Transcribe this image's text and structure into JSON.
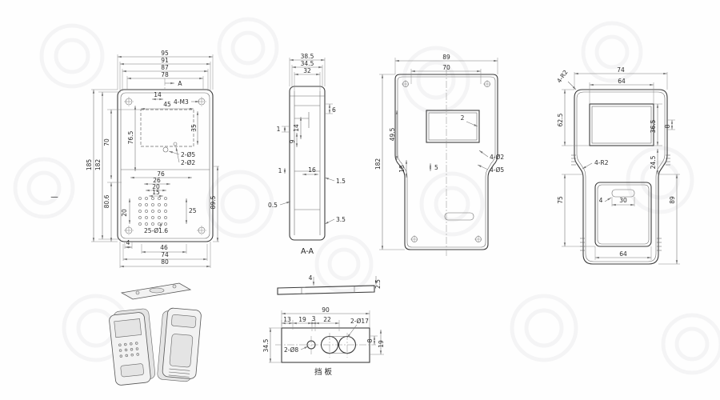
{
  "drawing": {
    "views": {
      "front": {
        "view_label": "—",
        "section_marker": "A",
        "dims": {
          "w95": "95",
          "w91": "91",
          "w87": "87",
          "w78": "78",
          "d14": "14",
          "m3": "4-M3",
          "w45": "45",
          "h35": "35",
          "h76_5": "76.5",
          "h70": "70",
          "h185": "185",
          "h182": "182",
          "h80_6": "80.6",
          "holes5": "2-Ø5",
          "holes2": "2-Ø2",
          "w76": "76",
          "w26": "26",
          "w20": "20",
          "w15": "15",
          "g20": "20",
          "g25": "25",
          "grid": "25-Ø1.6",
          "b4": "4",
          "b46": "46",
          "b74": "74",
          "b80": "80",
          "h89_5": "89.5"
        }
      },
      "section": {
        "view_label": "A-A",
        "dims": {
          "w38_5": "38.5",
          "w34_5": "34.5",
          "w32": "32",
          "d6": "6",
          "d1a": "1",
          "d14": "14",
          "d9": "9",
          "d1b": "1",
          "d16": "16",
          "d1_5": "1.5",
          "d0_5": "0.5",
          "d3_5": "3.5"
        }
      },
      "rear": {
        "dims": {
          "w89": "89",
          "w70": "70",
          "h49_5": "49.5",
          "h18": "18",
          "h182": "182",
          "d2": "2",
          "d5": "5",
          "holes2": "4-Ø2",
          "holes5": "4-Ø5"
        }
      },
      "side": {
        "dims": {
          "w74": "74",
          "w64t": "64",
          "r2a": "4-R2",
          "h62_5": "62.5",
          "h36_5": "36.5",
          "d8": "8",
          "h24_5": "24.5",
          "r2b": "4-R2",
          "h75": "75",
          "h89": "89",
          "w30": "30",
          "d4": "4",
          "w64b": "64"
        }
      },
      "baffle": {
        "view_label": "挡 板",
        "dims": {
          "t4": "4",
          "t2_5": "2.5",
          "w90": "90",
          "c13": "13",
          "c19": "19",
          "c3": "3",
          "c22": "22",
          "holes17": "2-Ø17",
          "holes8": "2-Ø8",
          "h34_5": "34.5",
          "r8": "8",
          "r19": "19"
        }
      }
    }
  }
}
